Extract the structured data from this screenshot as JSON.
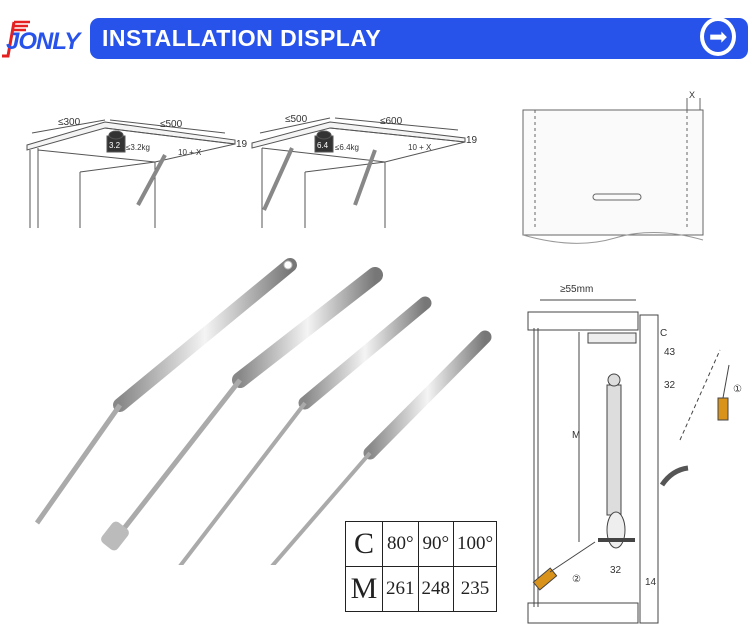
{
  "brand": {
    "logo_text": "JONLY"
  },
  "header": {
    "title": "INSTALLATION DISPLAY",
    "next_icon": "arrow-right-circle-icon",
    "color": "#2753ea"
  },
  "diagram1": {
    "width_left": "≤300",
    "width_right": "≤500",
    "weight_label": "3.2",
    "weight_limit": "≤3.2kg",
    "offset": "10 + X",
    "thickness": "19"
  },
  "diagram2": {
    "width_left": "≤500",
    "width_right": "≤600",
    "weight_label": "6.4",
    "weight_limit": "≤6.4kg",
    "offset": "10 + X",
    "thickness": "19"
  },
  "diagram3": {
    "gap_label": "X"
  },
  "spec_table": {
    "rows": [
      {
        "head": "C",
        "values": [
          "80°",
          "90°",
          "100°"
        ]
      },
      {
        "head": "M",
        "values": [
          "261",
          "248",
          "235"
        ]
      }
    ]
  },
  "install_diagram": {
    "min_depth": "≥55mm",
    "angle": "C",
    "length": "M",
    "top_offset": "43",
    "top_spacing": "32",
    "bottom_spacing": "32",
    "panel": "14",
    "step1": "①",
    "step2": "②",
    "screwdriver_color": "#d9931a"
  }
}
